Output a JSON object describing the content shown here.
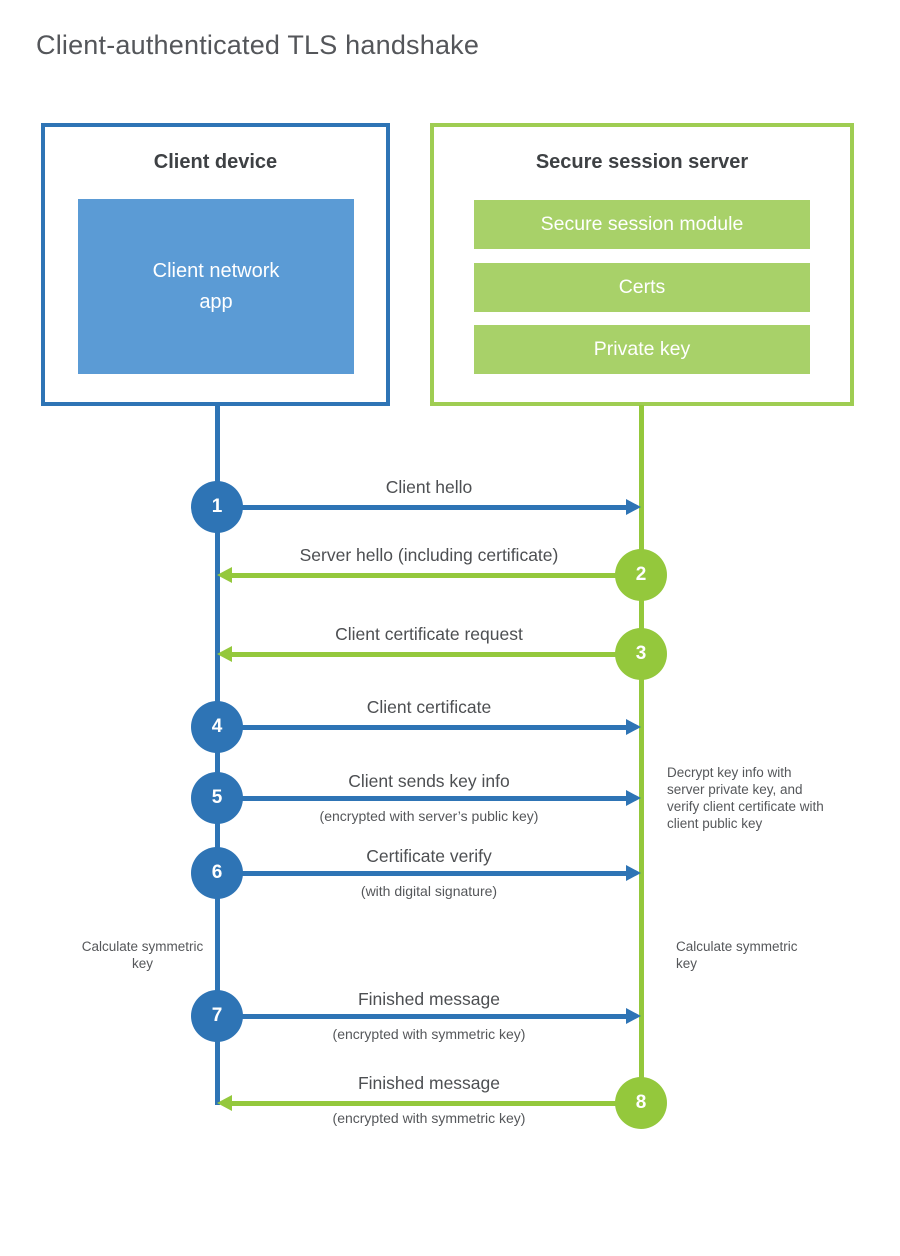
{
  "title": "Client-authenticated TLS handshake",
  "client": {
    "title": "Client device",
    "app_label": "Client network app"
  },
  "server": {
    "title": "Secure session server",
    "modules": [
      "Secure session module",
      "Certs",
      "Private key"
    ]
  },
  "steps": [
    {
      "num": "1",
      "label": "Client hello",
      "sub": "",
      "direction": "client-to-server"
    },
    {
      "num": "2",
      "label": "Server hello (including certificate)",
      "sub": "",
      "direction": "server-to-client"
    },
    {
      "num": "3",
      "label": "Client certificate request",
      "sub": "",
      "direction": "server-to-client"
    },
    {
      "num": "4",
      "label": "Client certificate",
      "sub": "",
      "direction": "client-to-server"
    },
    {
      "num": "5",
      "label": "Client sends key info",
      "sub": "(encrypted with server’s public key)",
      "direction": "client-to-server"
    },
    {
      "num": "6",
      "label": "Certificate verify",
      "sub": "(with digital signature)",
      "direction": "client-to-server"
    },
    {
      "num": "7",
      "label": "Finished message",
      "sub": "(encrypted with symmetric key)",
      "direction": "client-to-server"
    },
    {
      "num": "8",
      "label": "Finished message",
      "sub": "(encrypted with symmetric key)",
      "direction": "server-to-client"
    }
  ],
  "notes": {
    "decrypt": "Decrypt key info with server private key, and verify client certificate with client public key",
    "calc_left": "Calculate symmetric key",
    "calc_right": "Calculate symmetric key"
  },
  "colors": {
    "blue": "#2e74b5",
    "blue_fill": "#5b9bd5",
    "green": "#94c83c",
    "green_fill": "#a8d169"
  }
}
